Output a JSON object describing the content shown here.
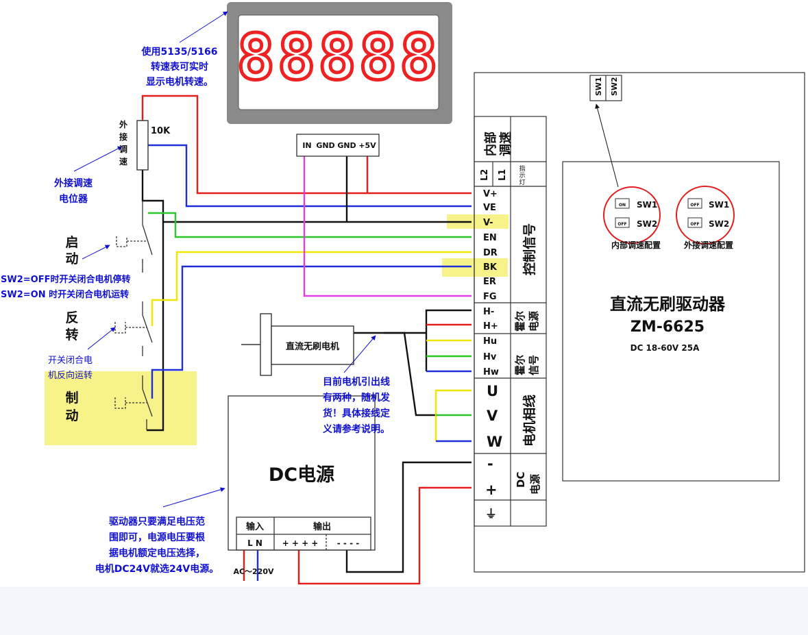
{
  "colors": {
    "wire_red": "#e51c1c",
    "wire_blue": "#1f2fd8",
    "wire_green": "#27c827",
    "wire_yellow": "#f0e600",
    "wire_magenta": "#e040e0",
    "wire_black": "#111111",
    "note_blue": "#1010d0",
    "highlight": "#f7f28a",
    "display_frame": "#8a8a8a",
    "segment_red": "#ee2222",
    "circle_red": "#e02020"
  },
  "display": {
    "digits": "88888",
    "note": [
      "使用5135/5166",
      "转速表可实时",
      "显示电机转速。"
    ]
  },
  "potentiometer": {
    "label": [
      "外",
      "接",
      "调",
      "速"
    ],
    "value": "10K",
    "note": [
      "外接调速",
      "电位器"
    ]
  },
  "switches": [
    {
      "label": [
        "启",
        "动"
      ]
    },
    {
      "label": [
        "反",
        "转"
      ]
    },
    {
      "label": [
        "制",
        "动"
      ]
    }
  ],
  "notes": {
    "sw2": [
      "SW2=OFF时开关闭合电机停转",
      "SW2=ON 时开关闭合电机运转"
    ],
    "reverse": [
      "开关闭合电",
      "机反向运转"
    ],
    "motor_wires": [
      "目前电机引出线",
      "有两种，随机发",
      "货！具体接线定",
      "义请参考说明。"
    ],
    "power": [
      "驱动器只要满足电压范",
      "围即可，电源电压要根",
      "据电机额定电压选择，",
      "电机DC24V就选24V电源。"
    ]
  },
  "connector": {
    "pins": [
      "IN",
      "GND",
      "GND",
      "+5V"
    ]
  },
  "motor": {
    "label": "直流无刷电机"
  },
  "power_supply": {
    "title": "DC电源",
    "input_label": "输入",
    "input_pins": "L N",
    "output_label": "输出",
    "output_plus": "+ + + +",
    "output_minus": "- - - -",
    "ac_label": "AC～220V"
  },
  "driver": {
    "title": "直流无刷驱动器",
    "model": "ZM-6625",
    "spec": "DC 18-60V 25A",
    "dip_top": [
      "SW1",
      "SW2"
    ],
    "internal_group": {
      "sw1_state": "ON",
      "sw1": "SW1",
      "sw2_state": "OFF",
      "sw2": "SW2",
      "caption": "内部调速配置"
    },
    "external_group": {
      "sw1_state": "OFF",
      "sw1": "SW1",
      "sw2_state": "OFF",
      "sw2": "SW2",
      "caption": "外接调速配置"
    },
    "terminals": {
      "internal_speed": [
        "内部",
        "调速"
      ],
      "leds": [
        "L2",
        "L1"
      ],
      "led_label": [
        "指",
        "示",
        "灯"
      ],
      "control_pins": [
        "V+",
        "VE",
        "V-",
        "EN",
        "DR",
        "BK",
        "ER",
        "FG"
      ],
      "control_label": "控制信号",
      "hall_power_pins": [
        "H-",
        "H+"
      ],
      "hall_power_label": [
        "霍尔",
        "电源"
      ],
      "hall_signal_pins": [
        "Hu",
        "Hv",
        "Hw"
      ],
      "hall_signal_label": [
        "霍尔",
        "信号"
      ],
      "phase_pins": [
        "U",
        "V",
        "W"
      ],
      "phase_label": "电机相线",
      "dc_pins": [
        "-",
        "+",
        "⏚"
      ],
      "dc_label": [
        "DC",
        "电源"
      ]
    }
  }
}
